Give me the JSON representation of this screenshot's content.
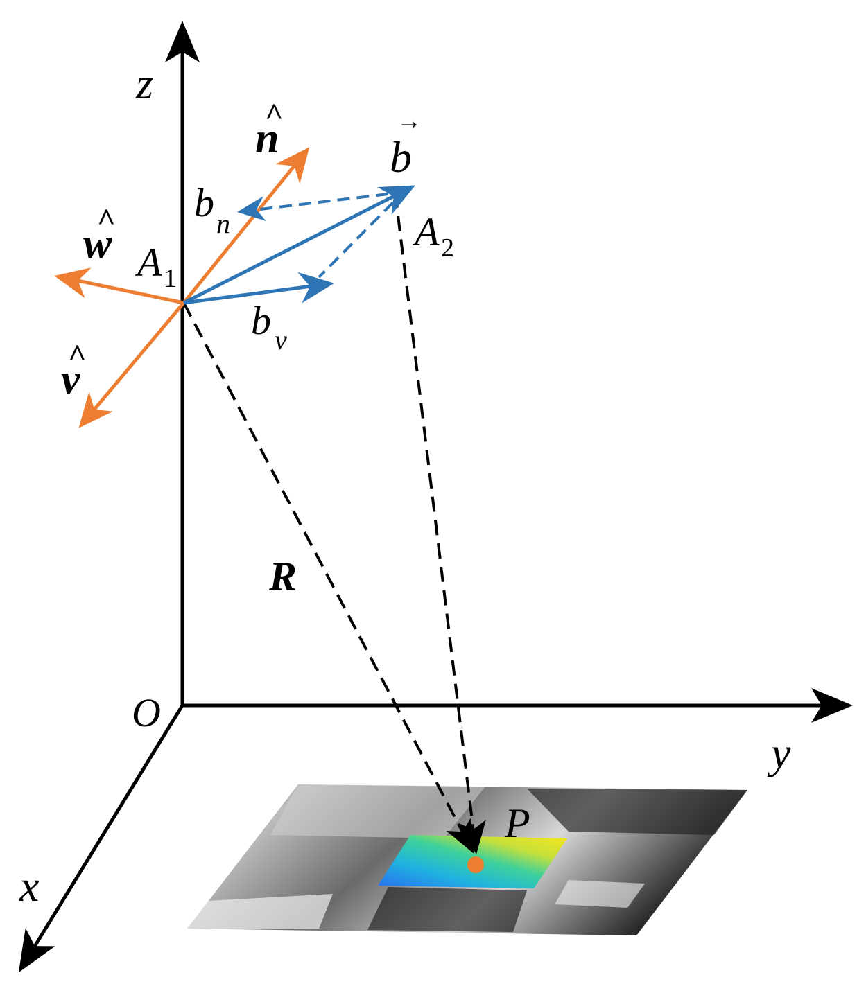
{
  "labels": {
    "axis_z": "z",
    "axis_y": "y",
    "axis_x": "x",
    "origin": "O",
    "n_hat": "n",
    "w_hat": "w",
    "v_hat": "v",
    "b_vec": "b",
    "b_n": "b",
    "b_n_sub": "n",
    "b_v": "b",
    "b_v_sub": "v",
    "a1": "A",
    "a1_sub": "1",
    "a2": "A",
    "a2_sub": "2",
    "r_vec": "R",
    "p_point": "P"
  },
  "colors": {
    "axis": "#000000",
    "orange": "#ED7D31",
    "blue": "#2E75B6",
    "dashed": "#000000"
  },
  "icons": {
    "ground_patch": "terrain-height-map",
    "color_patch": "jet-colormap-patch"
  }
}
